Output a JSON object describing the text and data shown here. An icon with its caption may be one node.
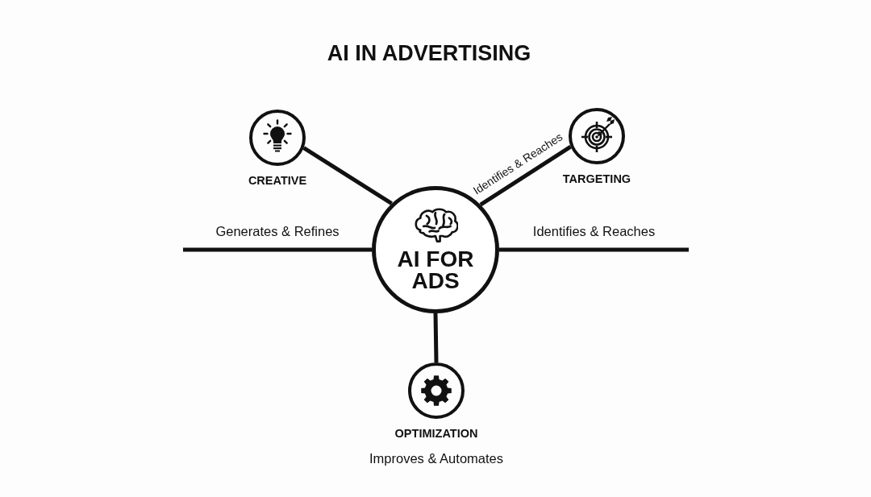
{
  "diagram": {
    "title": "AI IN ADVERTISING",
    "nodes": [
      {
        "text": [
          "AI FOR ADS"
        ]
      },
      {
        "text": [
          "CREATIVE"
        ]
      },
      {
        "text": [
          "TARGETING"
        ]
      },
      {
        "text": [
          "OPTIMIZATION"
        ],
        "beside": [
          "Improves & Automates"
        ]
      }
    ],
    "edges": [
      {
        "from": 0,
        "to": 1,
        "arrow": "none"
      },
      {
        "from": 0,
        "to": 2,
        "arrow": "none",
        "label": "Identifies & Reaches"
      },
      {
        "from": 0,
        "to": 3,
        "arrow": "none"
      },
      {
        "from": 0,
        "to": null,
        "arrow": "none",
        "label": "Generates & Refines"
      },
      {
        "from": 0,
        "to": null,
        "arrow": "none",
        "label": "Identifies & Reaches"
      }
    ]
  }
}
